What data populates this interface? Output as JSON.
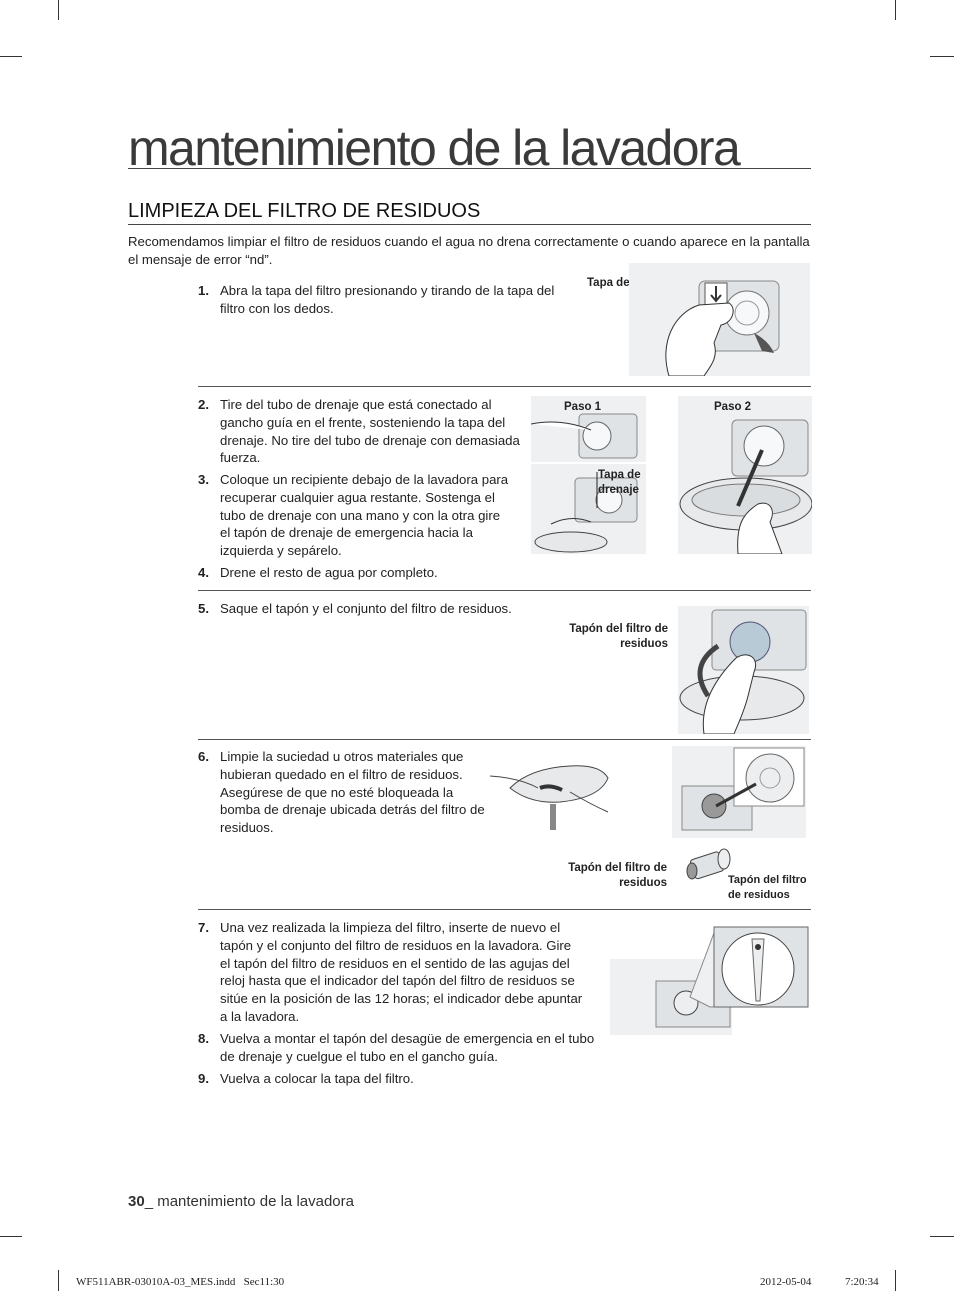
{
  "page_title": "mantenimiento de la lavadora",
  "section_title": "LIMPIEZA DEL FILTRO DE RESIDUOS",
  "intro": "Recomendamos limpiar el filtro de residuos cuando el agua no drena correctamente o cuando aparece en la pantalla el mensaje de error “nd”.",
  "steps": [
    {
      "num": "1.",
      "text": "Abra la tapa del filtro presionando y tirando de la tapa del filtro con los dedos."
    },
    {
      "num": "2.",
      "text": "Tire del tubo de drenaje que está conectado al gancho guía en el frente, sosteniendo la tapa del drenaje. No tire del tubo de drenaje con demasiada fuerza."
    },
    {
      "num": "3.",
      "text": "Coloque un recipiente debajo de la lavadora para recuperar cualquier agua restante. Sostenga el tubo de drenaje con una mano y con la otra gire el tapón de drenaje de emergencia hacia la izquierda y sepárelo."
    },
    {
      "num": "4.",
      "text": "Drene el resto de agua por completo."
    },
    {
      "num": "5.",
      "text": "Saque el tapón y el conjunto del filtro de residuos."
    },
    {
      "num": "6.",
      "text": "Limpie la suciedad u otros materiales que hubieran quedado en el filtro de residuos. Asegúrese de que no esté bloqueada la bomba de drenaje ubicada detrás del filtro de residuos."
    },
    {
      "num": "7.",
      "text": "Una vez realizada la limpieza del filtro, inserte de nuevo el tapón y el conjunto del filtro de residuos en la lavadora. Gire el tapón del filtro de residuos en el sentido de las agujas del reloj hasta que el indicador del tapón del filtro de residuos se sitúe en la posición de las 12 horas; el indicador debe apuntar a la lavadora."
    },
    {
      "num": "8.",
      "text": "Vuelva a montar el tapón del desagüe de emergencia en el tubo de drenaje y cuelgue el tubo en el gancho guía."
    },
    {
      "num": "9.",
      "text": "Vuelva a colocar la tapa del filtro."
    }
  ],
  "labels": {
    "tapa_filtro": "Tapa del filtro",
    "paso1": "Paso 1",
    "paso2": "Paso 2",
    "tapa_drenaje": "Tapa de drenaje",
    "tapon_filtro": "Tapón del filtro de residuos"
  },
  "footer": {
    "page_number": "30",
    "page_suffix": "_ mantenimiento de la lavadora",
    "slug_file": "WF511ABR-03010A-03_MES.indd   Sec11:30",
    "slug_date": "2012-05-04",
    "slug_time": "7:20:34"
  }
}
